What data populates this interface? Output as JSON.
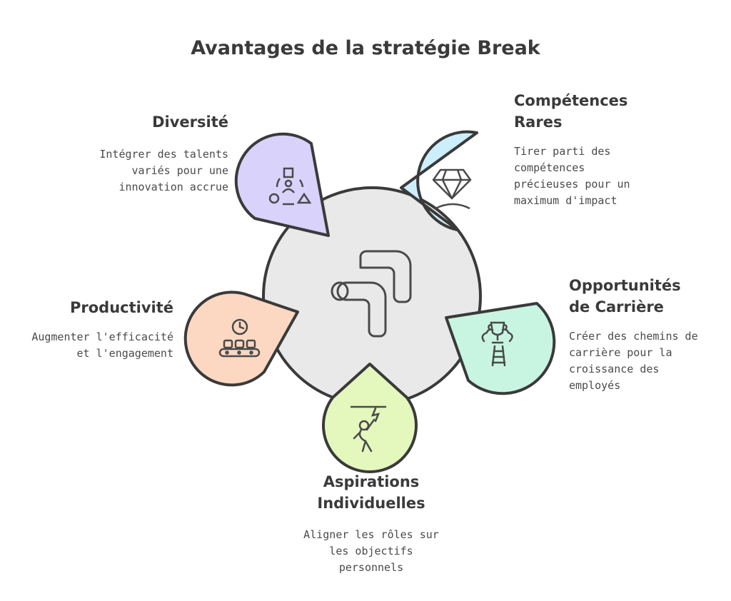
{
  "title": "Avantages de la stratégie Break",
  "center_icon": "break-arrow-icon",
  "items": {
    "diversite": {
      "heading": "Diversité",
      "description": "Intégrer des talents\nvariés pour une\ninnovation accrue",
      "icon": "diversity-shapes-icon",
      "color": "#d9d2fb"
    },
    "competences": {
      "heading": "Compétences\nRares",
      "description": "Tirer parti des\ncompétences\nprécieuses pour un\nmaximum d'impact",
      "icon": "diamond-icon",
      "color": "#cdeefb"
    },
    "carriere": {
      "heading": "Opportunités\nde Carrière",
      "description": "Créer des chemins de\ncarrière pour la\ncroissance des\nemployés",
      "icon": "trophy-ladder-icon",
      "color": "#c8f5e2"
    },
    "aspirations": {
      "heading": "Aspirations\nIndividuelles",
      "description": "Aligner les rôles sur\nles objectifs\npersonnels",
      "icon": "reaching-person-icon",
      "color": "#e4f7bd"
    },
    "productivite": {
      "heading": "Productivité",
      "description": "Augmenter l'efficacité\net l'engagement",
      "icon": "conveyor-clock-icon",
      "color": "#fcd8c2"
    }
  }
}
